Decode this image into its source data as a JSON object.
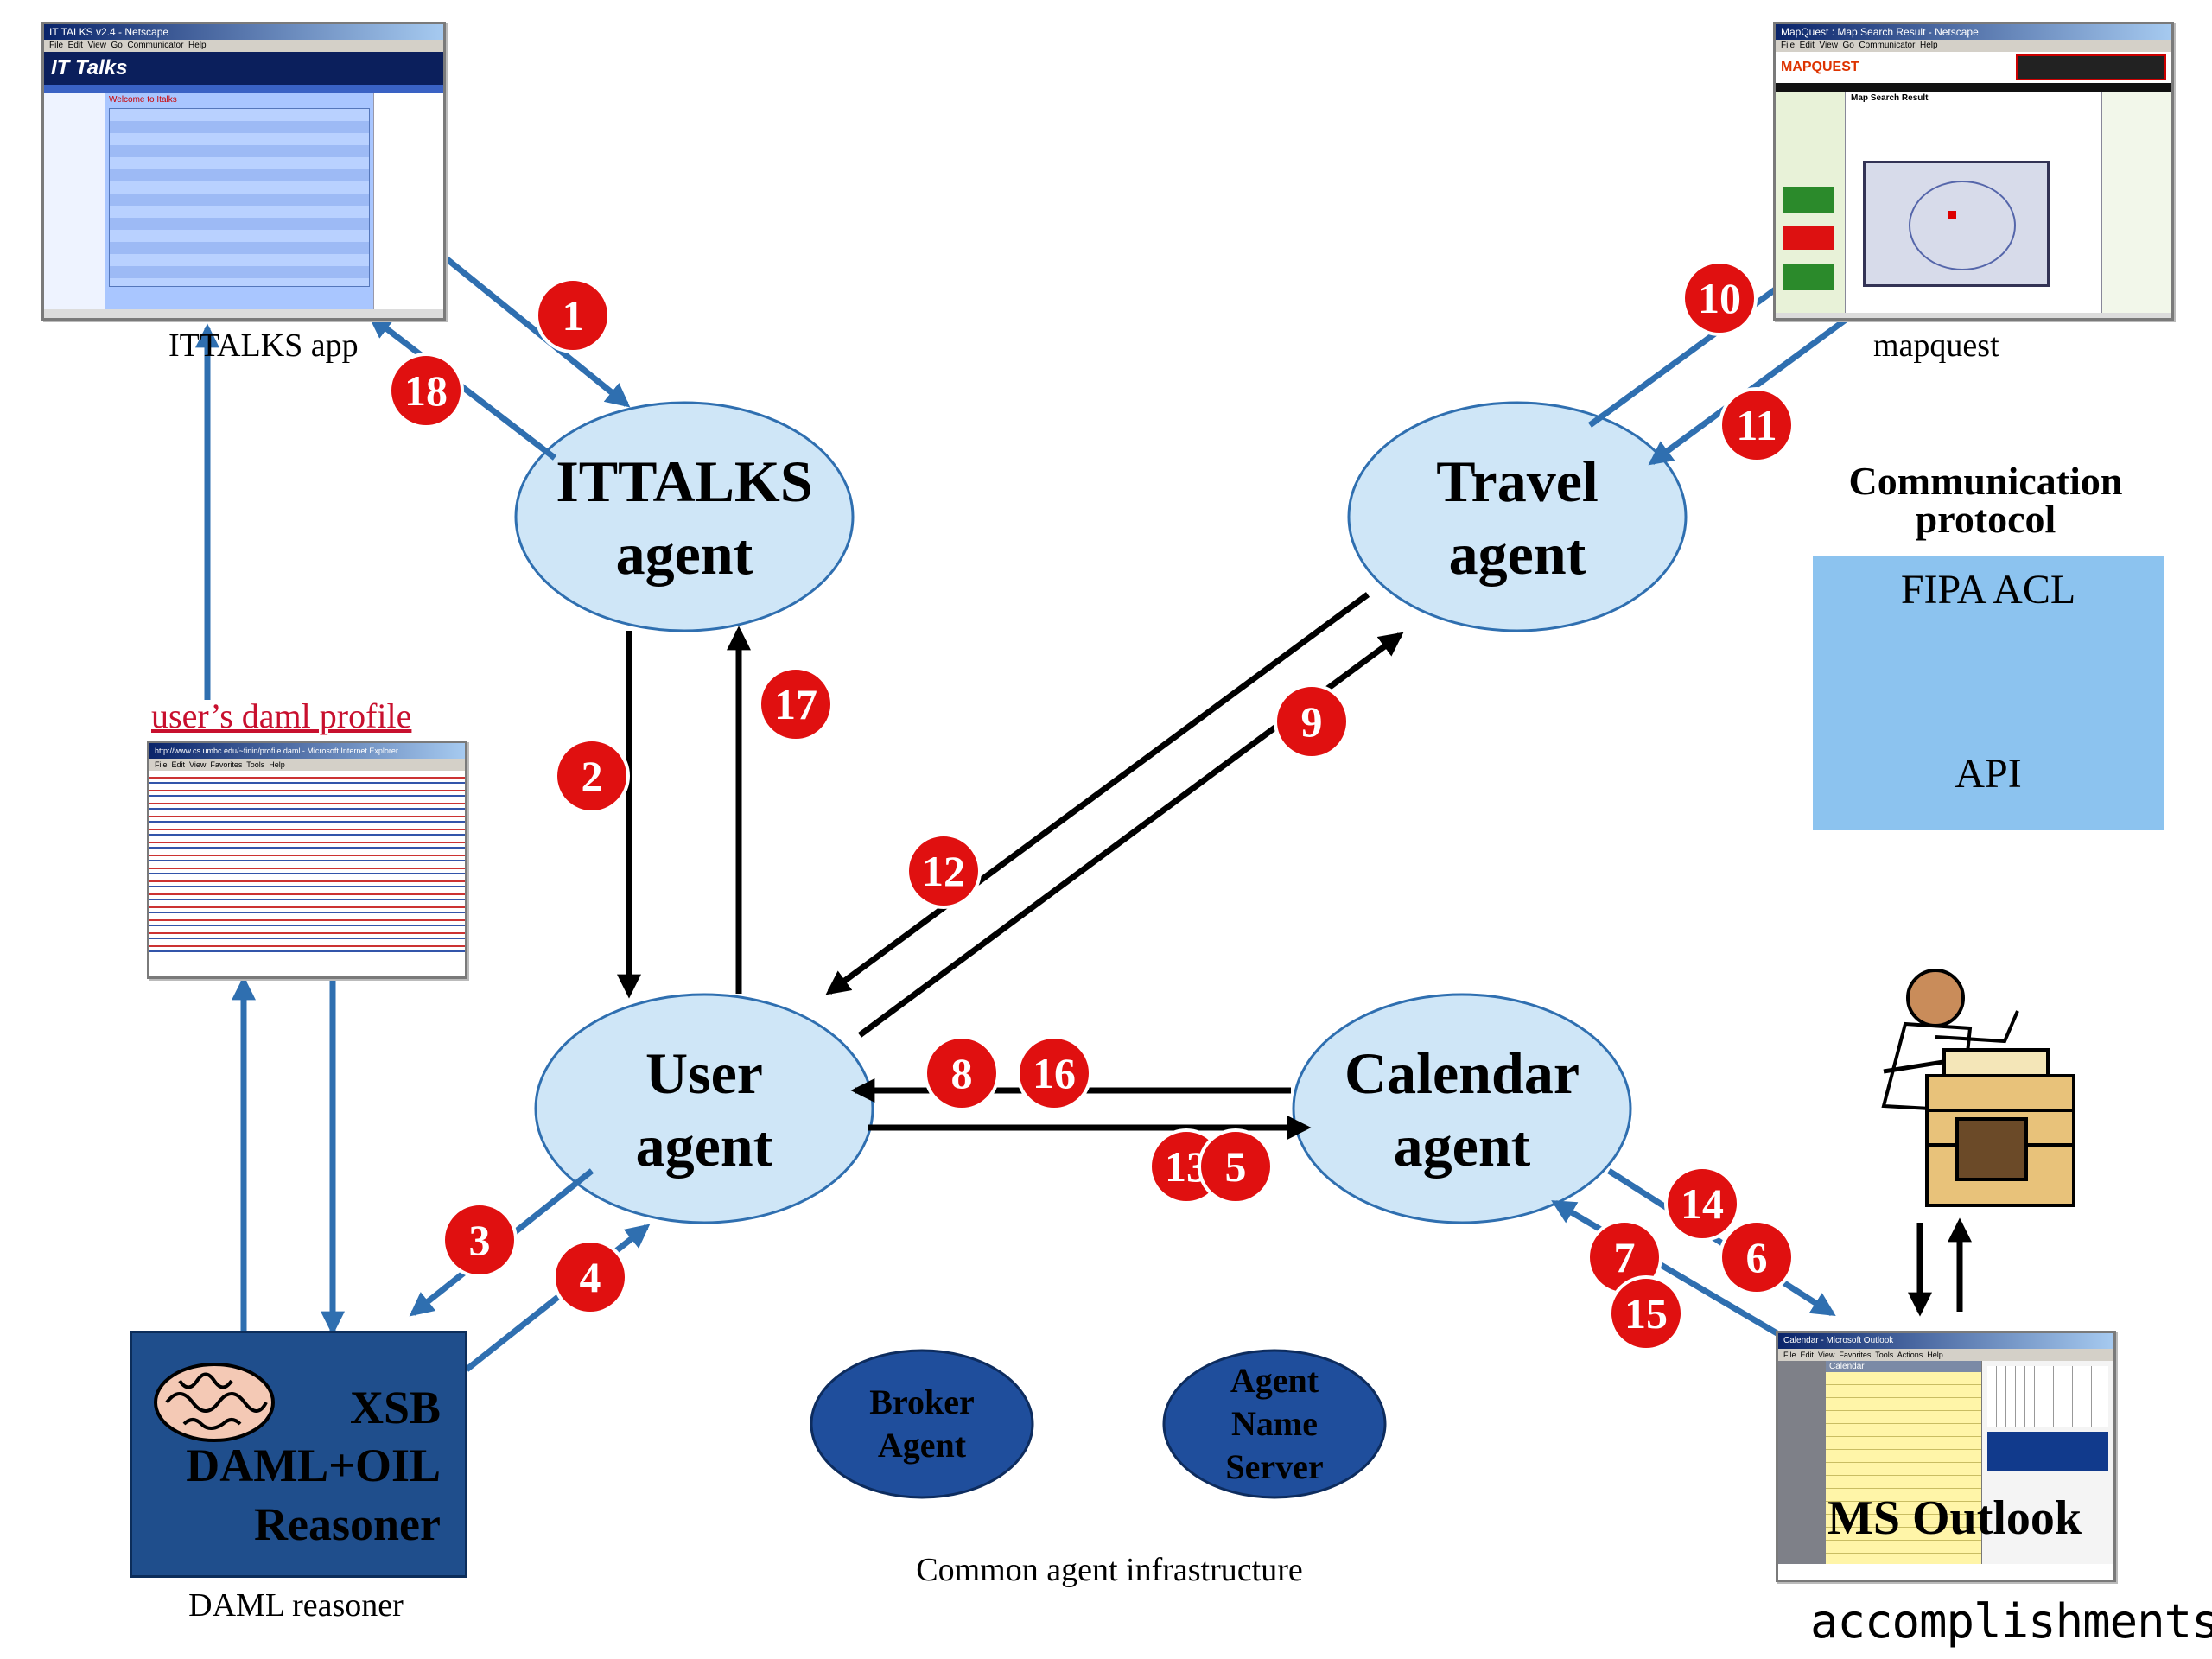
{
  "agents": {
    "ittalks": {
      "line1": "ITTALKS",
      "line2": "agent"
    },
    "travel": {
      "line1": "Travel",
      "line2": "agent"
    },
    "user": {
      "line1": "User",
      "line2": "agent"
    },
    "calendar": {
      "line1": "Calendar",
      "line2": "agent"
    }
  },
  "captions": {
    "ittalks_app": "ITTALKS app",
    "mapquest": "mapquest",
    "daml_profile": "user’s daml profile",
    "daml_reasoner": "DAML reasoner",
    "infrastructure": "Common agent infrastructure",
    "accomplishments": "accomplishments"
  },
  "reasoner": {
    "line1": "XSB",
    "line2": "DAML+OIL",
    "line3": "Reasoner"
  },
  "infra": {
    "broker": {
      "line1": "Broker",
      "line2": "Agent"
    },
    "ans": {
      "line1": "Agent",
      "line2": "Name",
      "line3": "Server"
    }
  },
  "legend": {
    "title_line1": "Communication",
    "title_line2": "protocol",
    "fipa": "FIPA ACL",
    "api": "API"
  },
  "outlook_label": "MS Outlook",
  "steps": {
    "s1": "1",
    "s2": "2",
    "s3": "3",
    "s4": "4",
    "s5": "5",
    "s6": "6",
    "s7": "7",
    "s8": "8",
    "s9": "9",
    "s10": "10",
    "s11": "11",
    "s12": "12",
    "s13": "13",
    "s14": "14",
    "s15": "15",
    "s16": "16",
    "s17": "17",
    "s18": "18"
  },
  "screens": {
    "ittalks_title": "IT TALKS v2.4 - Netscape",
    "ittalks_logo": "IT Talks",
    "ittalks_welcome": "Welcome to Italks",
    "mapquest_title": "MapQuest : Map Search Result - Netscape",
    "mapquest_logo": "MAPQUEST",
    "mapquest_result": "Map Search Result",
    "profile_title": "http://www.cs.umbc.edu/~finin/profile.daml - Microsoft Internet Explorer",
    "outlook_title": "Calendar - Microsoft Outlook",
    "outlook_header": "Calendar"
  },
  "colors": {
    "agent_fill": "#cfe6f7",
    "blue_arrow": "#2f6fb0",
    "black_arrow": "#000000",
    "badge": "#e01010",
    "reasoner_fill": "#1f4e8c",
    "legend_fill": "#8cc3ef",
    "infra_fill": "#dff0fb",
    "infra_ellipse": "#1f4e9c"
  }
}
